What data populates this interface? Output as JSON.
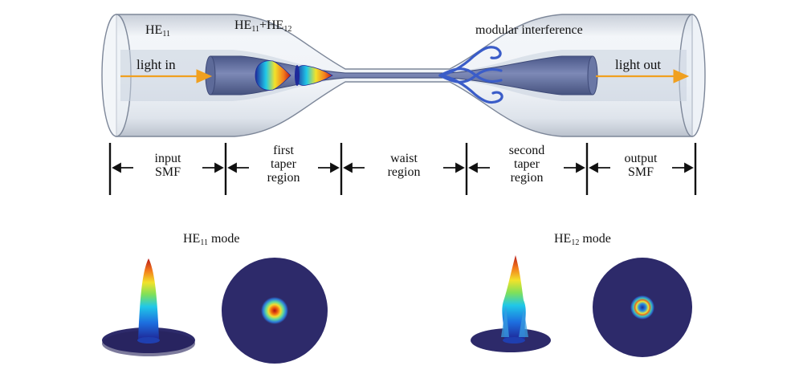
{
  "labels": {
    "he11_top": "HE",
    "he11_top_sub": "11",
    "combo_a": "HE",
    "combo_a_sub": "11",
    "combo_plus": "+",
    "combo_b": "HE",
    "combo_b_sub": "12",
    "modular_interference": "modular interference",
    "light_in": "light in",
    "light_out": "light out"
  },
  "regions": [
    {
      "line1": "input",
      "line2": "SMF",
      "line3": ""
    },
    {
      "line1": "first",
      "line2": "taper",
      "line3": "region"
    },
    {
      "line1": "waist",
      "line2": "region",
      "line3": ""
    },
    {
      "line1": "second",
      "line2": "taper",
      "line3": "region"
    },
    {
      "line1": "output",
      "line2": "SMF",
      "line3": ""
    }
  ],
  "modes": {
    "left": {
      "name": "HE",
      "sub": "11",
      "suffix": " mode"
    },
    "right": {
      "name": "HE",
      "sub": "12",
      "suffix": " mode"
    }
  },
  "colors": {
    "arrow": "#f0a020",
    "fiber_glass": "#cfd8e6",
    "core": "#5c6b9e",
    "interference": "#3a5cc8",
    "disk": "#2d2a6a",
    "ink": "#111111"
  }
}
